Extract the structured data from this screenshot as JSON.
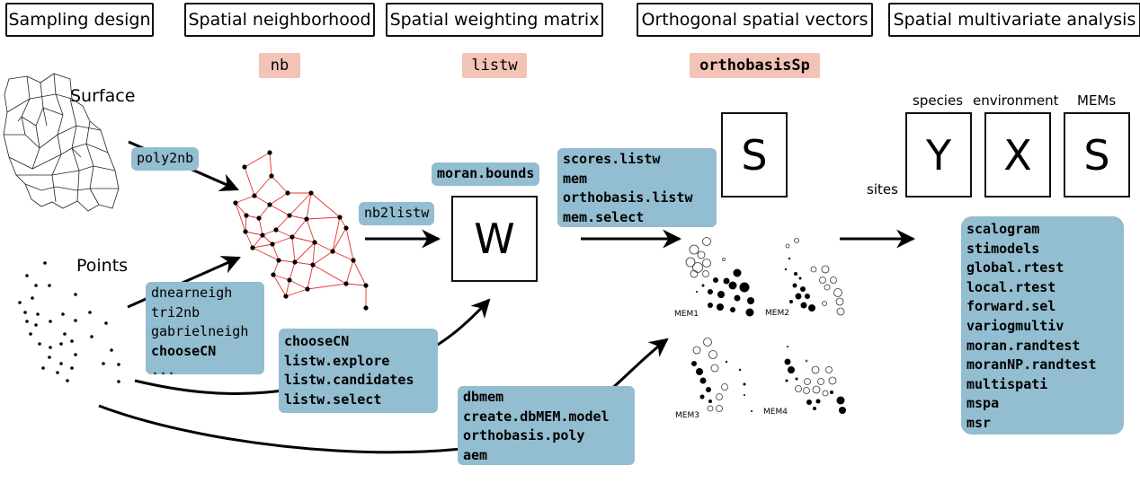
{
  "headers": {
    "sampling_design": "Sampling design",
    "spatial_neighborhood": "Spatial neighborhood",
    "spatial_weighting_matrix": "Spatial weighting matrix",
    "orthogonal_spatial_vectors": "Orthogonal spatial vectors",
    "spatial_multivariate_analysis": "Spatial multivariate analysis"
  },
  "classes": {
    "nb": "nb",
    "listw": "listw",
    "orthobasisSp": "orthobasisSp"
  },
  "inputs": {
    "surface": "Surface",
    "points": "Points"
  },
  "functions": {
    "poly2nb": "poly2nb",
    "nb2listw": "nb2listw",
    "moran_bounds": "moran.bounds",
    "point_neighbors": [
      "dnearneigh",
      "tri2nb",
      "gabrielneigh",
      "chooseCN",
      "..."
    ],
    "listw_tools": [
      "chooseCN",
      "listw.explore",
      "listw.candidates",
      "listw.select"
    ],
    "mem_tools": [
      "scores.listw",
      "mem",
      "orthobasis.listw",
      "mem.select"
    ],
    "dist_tools": [
      "dbmem",
      "create.dbMEM.model",
      "orthobasis.poly",
      "aem"
    ],
    "analysis_tools": [
      "scalogram",
      "stimodels",
      "global.rtest",
      "local.rtest",
      "forward.sel",
      "variogmultiv",
      "moran.randtest",
      "moranNP.randtest",
      "multispati",
      "mspa",
      "msr"
    ]
  },
  "matrices": {
    "W": "W",
    "S": "S",
    "Y": "Y",
    "X": "X",
    "S2": "S"
  },
  "matrix_labels": {
    "species": "species",
    "environment": "environment",
    "mems": "MEMs",
    "sites": "sites"
  },
  "mem_maps": [
    "MEM1",
    "MEM2",
    "MEM3",
    "MEM4"
  ],
  "colors": {
    "class_tag": "#f2c3b6",
    "function_box": "#93bdd0",
    "graph_edge": "#e8302a",
    "arrow": "#000000"
  }
}
